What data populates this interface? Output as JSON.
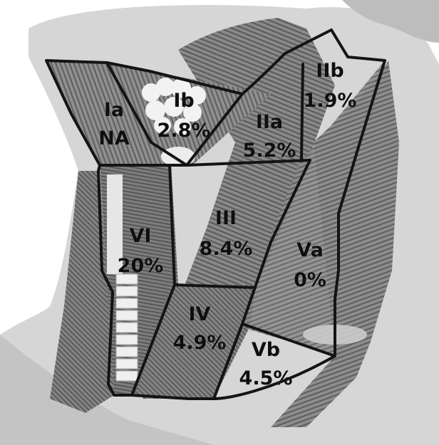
{
  "diagram": {
    "regions": [
      {
        "id": "Ia",
        "name": "Ia",
        "value": "NA"
      },
      {
        "id": "Ib",
        "name": "Ib",
        "value": "2.8%"
      },
      {
        "id": "IIa",
        "name": "IIa",
        "value": "5.2%"
      },
      {
        "id": "IIb",
        "name": "IIb",
        "value": "1.9%"
      },
      {
        "id": "III",
        "name": "III",
        "value": "8.4%"
      },
      {
        "id": "IV",
        "name": "IV",
        "value": "4.9%"
      },
      {
        "id": "Va",
        "name": "Va",
        "value": "0%"
      },
      {
        "id": "Vb",
        "name": "Vb",
        "value": "4.5%"
      },
      {
        "id": "VI",
        "name": "VI",
        "value": "20%"
      }
    ],
    "colors": {
      "background": "#ffffff",
      "skin": "#d9d9d9",
      "muscle_dark": "#6a6a6a",
      "muscle_light": "#9a9a9a",
      "outline": "#141414",
      "label": "#0f0f0f"
    }
  }
}
